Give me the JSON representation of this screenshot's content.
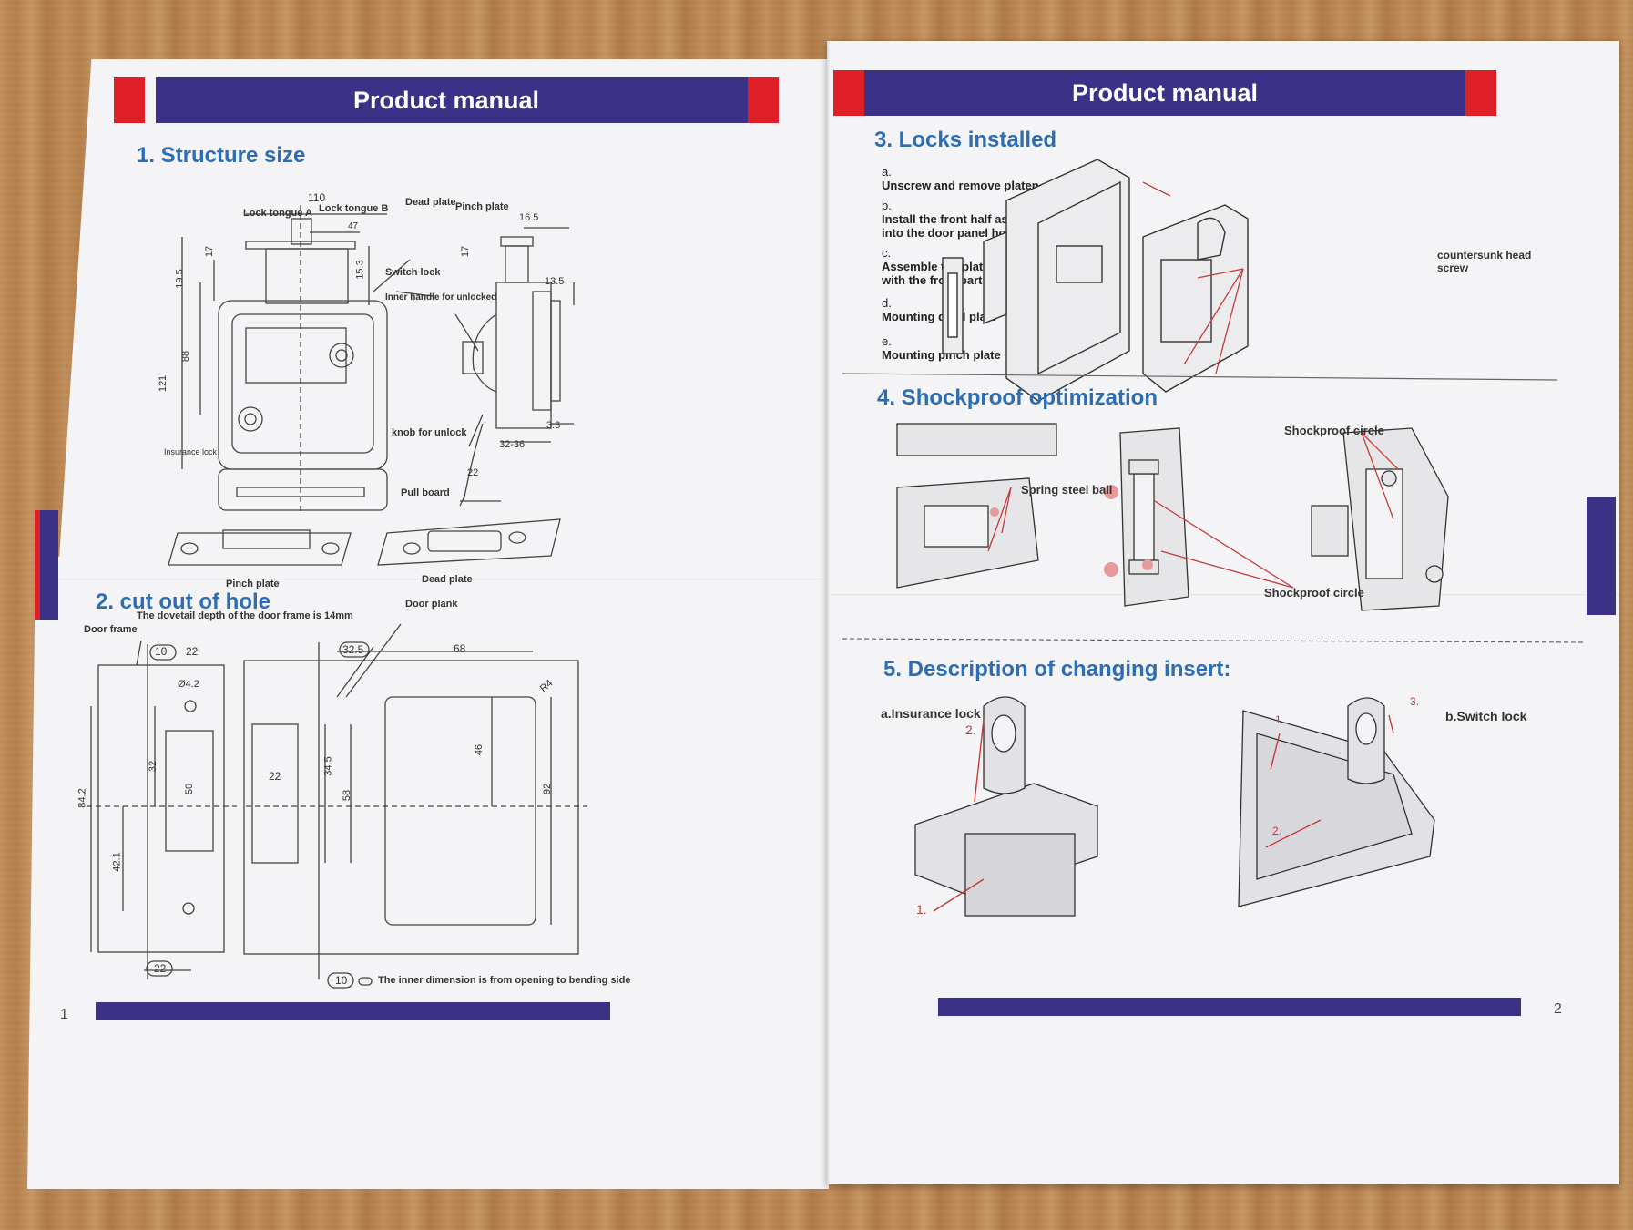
{
  "manual": {
    "left": {
      "header": "Product manual",
      "page_number": "1",
      "section1": {
        "title": "1. Structure size",
        "labels": {
          "lock_tongue_a": "Lock tongue A",
          "lock_tongue_b": "Lock tongue B",
          "dead_plate": "Dead plate",
          "pinch_plate_top": "Pinch plate",
          "switch_lock": "Switch lock",
          "inner_handle": "Inner handle for unlocked",
          "insurance_lock": "Insurance lock",
          "knob": "knob for unlock",
          "pull_board": "Pull board",
          "pinch_plate": "Pinch plate",
          "dead_plate_bottom": "Dead plate"
        },
        "dims": {
          "d110": "110",
          "d47": "47",
          "d17a": "17",
          "d15_3": "15.3",
          "d19_5": "19.5",
          "d88": "88",
          "d121": "121",
          "d16_5": "16.5",
          "d17b": "17",
          "d13_5": "13.5",
          "d3_6": "3.6",
          "d32_36": "32-36",
          "d22": "22"
        }
      },
      "section2": {
        "title": "2. cut out of hole",
        "note": "The dovetail depth of the door frame is 14mm",
        "door_frame": "Door frame",
        "door_plank": "Door plank",
        "footnote": "The inner dimension is from opening to bending side",
        "dims": {
          "d10": "10",
          "d22a": "22",
          "d4_2": "Ø4.2",
          "d32": "32",
          "d50": "50",
          "d84_2": "84.2",
          "d42_1": "42.1",
          "d22b": "22",
          "d32_5": "32.5",
          "d68": "68",
          "r4": "R4",
          "d22c": "22",
          "d34_5": "34.5",
          "d58": "58",
          "d46": "46",
          "d92": "92",
          "d10b": "10"
        }
      }
    },
    "right": {
      "header": "Product manual",
      "page_number": "2",
      "section3": {
        "title": "3. Locks installed",
        "steps": [
          {
            "key": "a.",
            "text": "Unscrew and remove platen assembly"
          },
          {
            "key": "b.",
            "text": "Install the front half assembly into the door panel hole"
          },
          {
            "key": "c.",
            "text": "Assemble the platen assembly with the front part assembly"
          },
          {
            "key": "d.",
            "text": "Mounting dead plate"
          },
          {
            "key": "e.",
            "text": "Mounting pinch plate"
          }
        ],
        "countersunk": "countersunk head screw"
      },
      "section4": {
        "title": "4. Shockproof optimization",
        "spring": "Spring steel ball",
        "circle_top": "Shockproof circle",
        "circle_bottom": "Shockproof circle"
      },
      "section5": {
        "title": "5. Description of  changing insert:",
        "insurance": "a.Insurance lock",
        "switch": "b.Switch lock",
        "n1": "1.",
        "n2": "2.",
        "n1b": "1.",
        "n2b": "2.",
        "n3": "3."
      }
    }
  }
}
